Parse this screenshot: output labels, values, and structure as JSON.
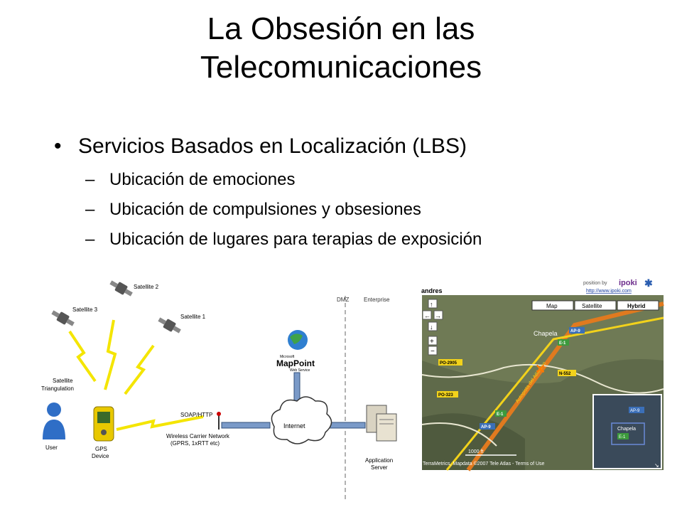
{
  "slide": {
    "title_line1": "La Obsesión en las",
    "title_line2": "Telecomunicaciones",
    "bullet": "Servicios Basados en Localización (LBS)",
    "subbullets": [
      "Ubicación de emociones",
      "Ubicación de compulsiones y obsesiones",
      "Ubicación de lugares para terapias de exposición"
    ],
    "dash": "–"
  },
  "diagram": {
    "satellite1": "Satellite 1",
    "satellite2": "Satellite 2",
    "satellite3": "Satellite 3",
    "triangulation1": "Satellite",
    "triangulation2": "Triangulation",
    "user": "User",
    "gps1": "GPS",
    "gps2": "Device",
    "soap": "SOAP/HTTP",
    "carrier1": "Wireless Carrier Network",
    "carrier2": "(GPRS, 1xRTT etc)",
    "internet": "Internet",
    "dmz": "DMZ",
    "enterprise": "Enterprise",
    "mp_ms": "Microsoft",
    "mp_name": "MapPoint",
    "mp_ws": "Web Service",
    "app1": "Application",
    "app2": "Server"
  },
  "map": {
    "place_top": "andres",
    "position_by": "position by",
    "brand": "ipoki",
    "url": "http://www.ipoki.com",
    "btn_map": "Map",
    "btn_satellite": "Satellite",
    "btn_hybrid": "Hybrid",
    "chapela": "Chapela",
    "ap9": "AP-9",
    "e1": "E-1",
    "po2905": "PO-2905",
    "po323": "PO-323",
    "n552": "N-552",
    "autopista": "Autopista del Atlántico",
    "scale": "1000 ft",
    "credits": "TerraMetrics, Mapdata ©2007 Tele Atlas - Terms of Use",
    "ov_ap9": "AP-9",
    "ov_chapela": "Chapela",
    "ov_e1": "E-1"
  },
  "colors": {
    "highway": "#e07a1f",
    "shield_blue": "#3b6fb8",
    "shield_green": "#3c9a3c",
    "route_yellow": "#f2d21b",
    "lightning": "#f4e500"
  }
}
